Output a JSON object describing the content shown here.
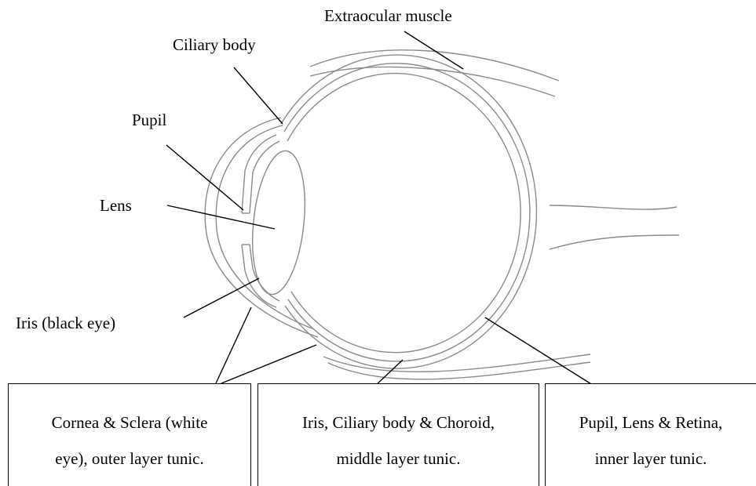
{
  "labels": {
    "extraocular_muscle": "Extraocular muscle",
    "ciliary_body": "Ciliary body",
    "pupil": "Pupil",
    "lens": "Lens",
    "iris": "Iris (black eye)"
  },
  "boxes": {
    "outer": {
      "line1": "Cornea & Sclera (white",
      "line2": "eye), outer layer tunic."
    },
    "middle": {
      "line1": "Iris, Ciliary body & Choroid,",
      "line2": "middle layer tunic."
    },
    "inner": {
      "line1": "Pupil, Lens & Retina,",
      "line2": "inner layer tunic."
    }
  }
}
